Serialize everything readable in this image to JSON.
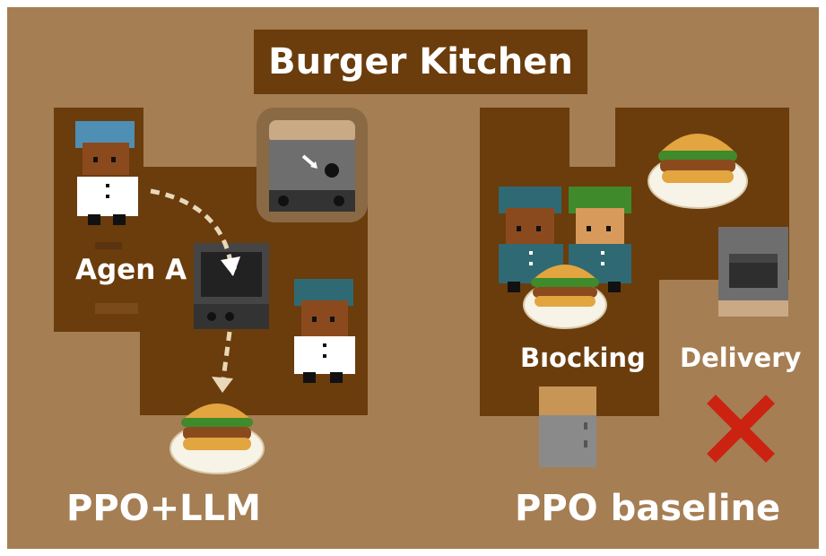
{
  "title": "Burger Kitchen",
  "left_panel": {
    "agent_label": "Agen A",
    "caption": "PPO+LLM"
  },
  "right_panel": {
    "blocking_label": "Bıocking",
    "delivery_label": "Delivery",
    "caption": "PPO baseline",
    "status": "failure"
  },
  "colors": {
    "background": "#a57e53",
    "floor": "#6b3c0c",
    "bun": "#e2a53f",
    "lettuce": "#3f8a2b",
    "patty": "#8b4a1e",
    "plate": "#f7f3e6",
    "chef_hat_blue": "#4f8fb3",
    "chef_hat_teal": "#2f6a74",
    "chef_hat_green": "#3f8a2b",
    "x_mark": "#cc2211"
  }
}
